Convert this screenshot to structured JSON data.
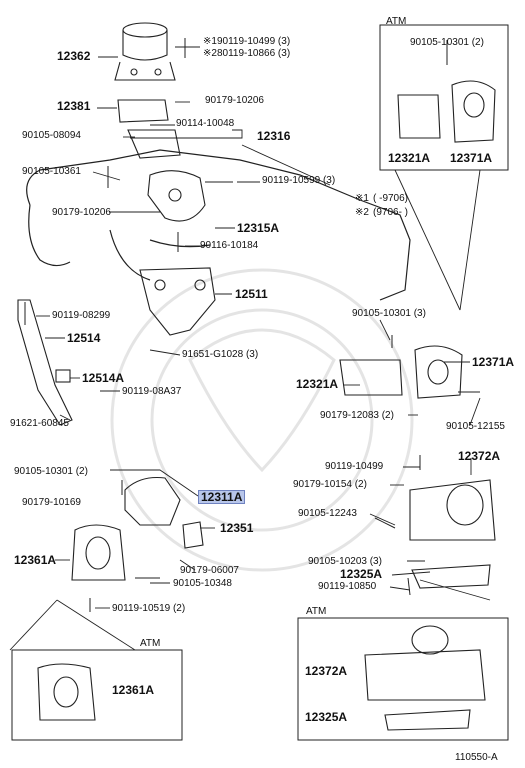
{
  "diagram_code": "110550-A",
  "notes": {
    "note1_id": "※1",
    "note1_range": "(     -9706)",
    "note2_id": "※2",
    "note2_range": "(9706-         )"
  },
  "inset_titles": {
    "top_right": "ATM",
    "bottom_left": "ATM",
    "bottom_right": "ATM"
  },
  "highlight_color": "#b8c6ea",
  "parts": {
    "p12362": "12362",
    "p190119_10499": "※190119-10499 (3)",
    "p280119_10866": "※280119-10866 (3)",
    "p12381": "12381",
    "p90179_10206_top": "90179-10206",
    "p90105_08094": "90105-08094",
    "p90114_10048": "90114-10048",
    "p12316": "12316",
    "p90105_10361": "90105-10361",
    "p90119_10599": "90119-10599 (3)",
    "p90179_10206_mid": "90179-10206",
    "p12315A": "12315A",
    "p90116_10184": "90116-10184",
    "p12511": "12511",
    "p90119_08299": "90119-08299",
    "p12514": "12514",
    "p91651_G1028": "91651-G1028 (3)",
    "p12514A": "12514A",
    "p90119_08A37": "90119-08A37",
    "p91621_60845": "91621-60845",
    "p90105_10301_tr": "90105-10301 (2)",
    "p12321A_tr": "12321A",
    "p12371A_tr": "12371A",
    "p90105_10301_mid": "90105-10301 (3)",
    "p12371A_mid": "12371A",
    "p12321A_mid": "12321A",
    "p90179_12083": "90179-12083 (2)",
    "p90105_12155": "90105-12155",
    "p90105_10301_left": "90105-10301 (2)",
    "p12311A": "12311A",
    "p90179_10169": "90179-10169",
    "p12351": "12351",
    "p12361A": "12361A",
    "p90179_06007": "90179-06007",
    "p90105_10348": "90105-10348",
    "p90119_10519": "90119-10519 (2)",
    "p90119_10499": "90119-10499",
    "p12372A": "12372A",
    "p90179_10154": "90179-10154 (2)",
    "p90105_12243": "90105-12243",
    "p90105_10203": "90105-10203 (3)",
    "p12325A": "12325A",
    "p90119_10850": "90119-10850",
    "p12361A_inset": "12361A",
    "p12372A_inset": "12372A",
    "p12325A_inset": "12325A"
  }
}
